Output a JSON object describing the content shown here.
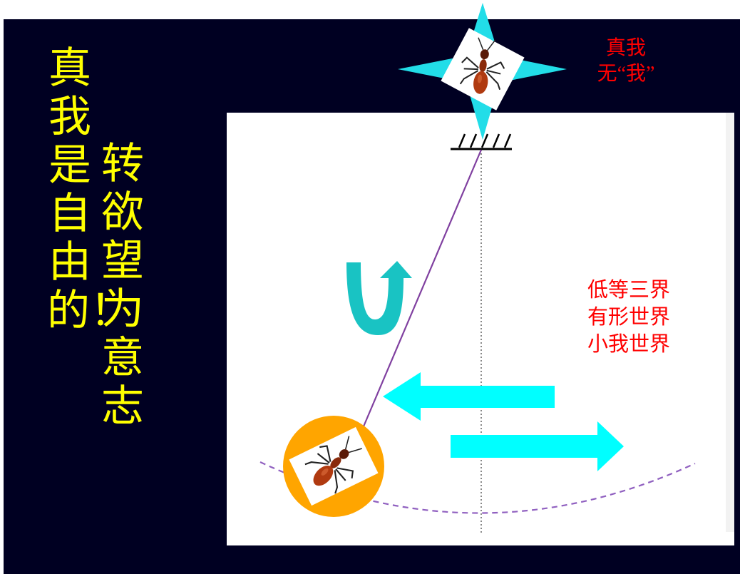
{
  "title_column": "真我是自由的！",
  "subtitle_column": "转欲望为意志",
  "top_label": {
    "line1": "真我",
    "line2": "无“我”"
  },
  "world_label": {
    "line1": "低等三界",
    "line2": "有形世界",
    "line3": "小我世界"
  },
  "colors": {
    "background": "#000022",
    "title": "#ffff00",
    "label": "#ff0000",
    "arrow": "#00ffff",
    "bob": "#ffa500",
    "string": "#8040a0",
    "arc": "#9060c0"
  },
  "icons": [
    "ant-icon",
    "four-point-star-icon",
    "u-turn-arrow-icon",
    "left-arrow-icon",
    "right-arrow-icon",
    "ceiling-support-icon"
  ]
}
